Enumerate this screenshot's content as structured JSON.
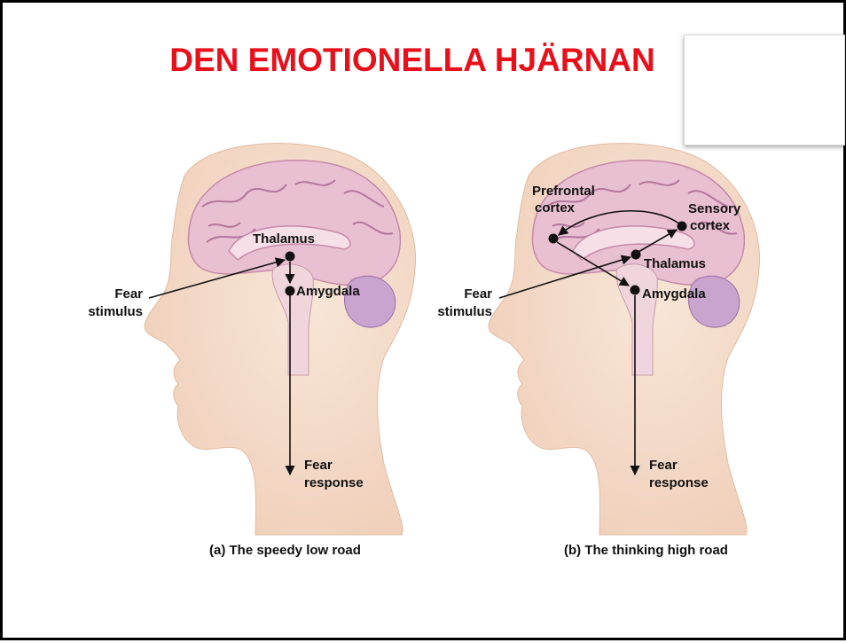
{
  "slide": {
    "title": "DEN EMOTIONELLA HJÄRNAN",
    "title_color": "#e8101a"
  },
  "panel_a": {
    "caption": "(a) The speedy low road",
    "labels": {
      "thalamus": "Thalamus",
      "amygdala": "Amygdala",
      "stimulus_line1": "Fear",
      "stimulus_line2": "stimulus",
      "response_line1": "Fear",
      "response_line2": "response"
    }
  },
  "panel_b": {
    "caption": "(b) The thinking high road",
    "labels": {
      "prefrontal_line1": "Prefrontal",
      "prefrontal_line2": "cortex",
      "sensory_line1": "Sensory",
      "sensory_line2": "cortex",
      "thalamus": "Thalamus",
      "amygdala": "Amygdala",
      "stimulus_line1": "Fear",
      "stimulus_line2": "stimulus",
      "response_line1": "Fear",
      "response_line2": "response"
    }
  },
  "colors": {
    "skin": "#f5dcc8",
    "brain": "#e9bfd2",
    "gyri_lines": "#b2769a",
    "cerebellum": "#c9a4cf",
    "brainstem": "#f0d6dc"
  }
}
